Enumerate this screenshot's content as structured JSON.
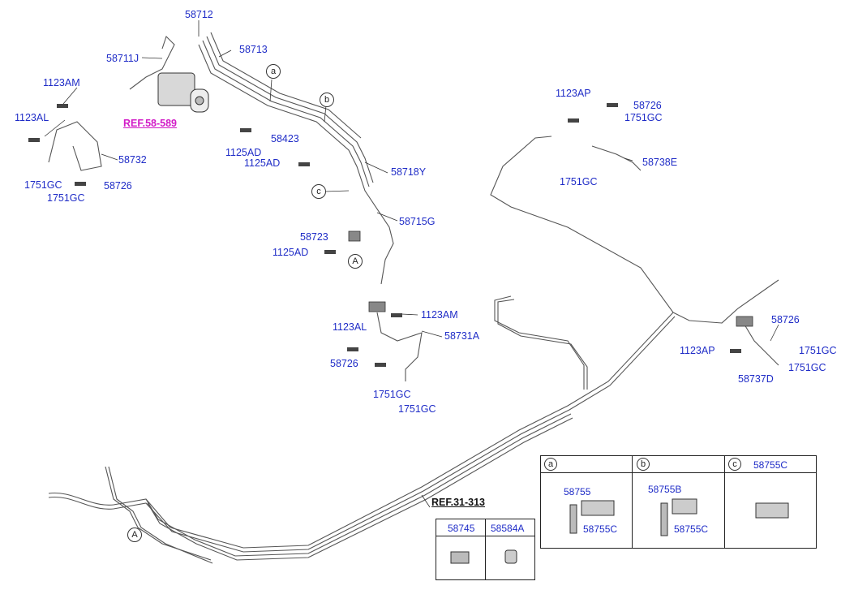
{
  "ref_labels": {
    "abs_ref": "REF.58-589",
    "tube_ref": "REF.31-313"
  },
  "callouts": {
    "a": "a",
    "b": "b",
    "c": "c",
    "A": "A"
  },
  "parts": {
    "p58712": "58712",
    "p58711J": "58711J",
    "p58713": "58713",
    "p1123AM_top": "1123AM",
    "p1123AL_top": "1123AL",
    "p58732": "58732",
    "p1751GC_l1": "1751GC",
    "p1751GC_l2": "1751GC",
    "p58726_left": "58726",
    "p58423": "58423",
    "p1125AD_1": "1125AD",
    "p1125AD_2": "1125AD",
    "p58718Y": "58718Y",
    "p58715G": "58715G",
    "p58723": "58723",
    "p1125AD_3": "1125AD",
    "p1123AM_mid": "1123AM",
    "p1123AL_mid": "1123AL",
    "p58731A": "58731A",
    "p58726_mid": "58726",
    "p1751GC_m1": "1751GC",
    "p1751GC_m2": "1751GC",
    "p1123AP_top": "1123AP",
    "p58726_tr": "58726",
    "p1751GC_tr1": "1751GC",
    "p58738E": "58738E",
    "p1751GC_tr2": "1751GC",
    "p58726_r": "58726",
    "p1123AP_r": "1123AP",
    "p1751GC_r1": "1751GC",
    "p58737D": "58737D",
    "p1751GC_r2": "1751GC"
  },
  "table_abc": {
    "col_a": "a",
    "col_b": "b",
    "col_c": "c",
    "c_part": "58755C",
    "a_part1": "58755",
    "a_part2": "58755C",
    "b_part1": "58755B",
    "b_part2": "58755C"
  },
  "table_small": {
    "col1": "58745",
    "col2": "58584A"
  }
}
